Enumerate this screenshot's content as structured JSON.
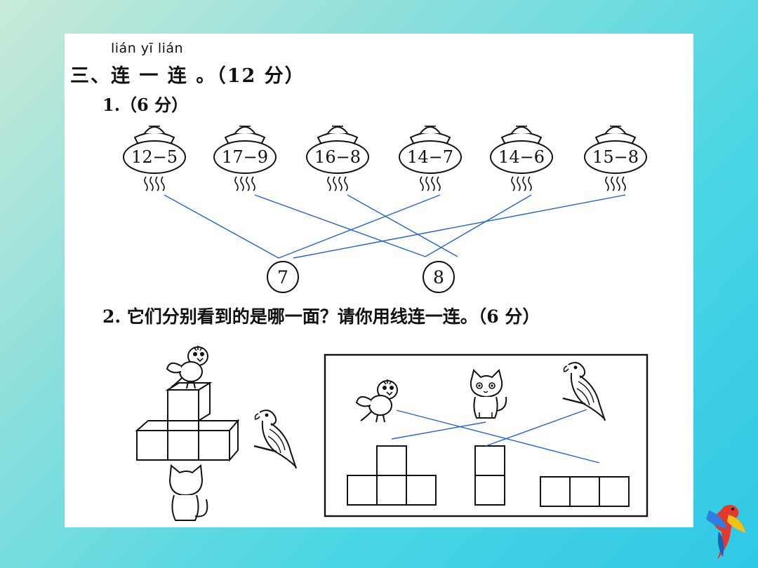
{
  "section": {
    "pinyin": "lián yī lián",
    "title": "三、连 一 连 。（12 分）"
  },
  "question1": {
    "label": "1.（6 分）",
    "lanterns": [
      "12−5",
      "17−9",
      "16−8",
      "14−7",
      "14−6",
      "15−8"
    ],
    "answers": [
      "7",
      "8"
    ],
    "connections": [
      [
        0,
        0
      ],
      [
        1,
        1
      ],
      [
        2,
        1
      ],
      [
        3,
        0
      ],
      [
        4,
        1
      ],
      [
        5,
        0
      ]
    ]
  },
  "question2": {
    "label": "2. 它们分别看到的是哪一面？请你用线连一连。（6 分）",
    "scene_icons": [
      "bird-icon",
      "parrot-icon",
      "cat-icon"
    ],
    "views": [
      "front-view",
      "side-view",
      "top-view"
    ],
    "connections": [
      [
        "bird-icon",
        "top-view"
      ],
      [
        "cat-icon",
        "front-view"
      ],
      [
        "parrot-icon",
        "side-view"
      ]
    ]
  },
  "colors": {
    "line": "#2563c9",
    "ink": "#111111"
  }
}
